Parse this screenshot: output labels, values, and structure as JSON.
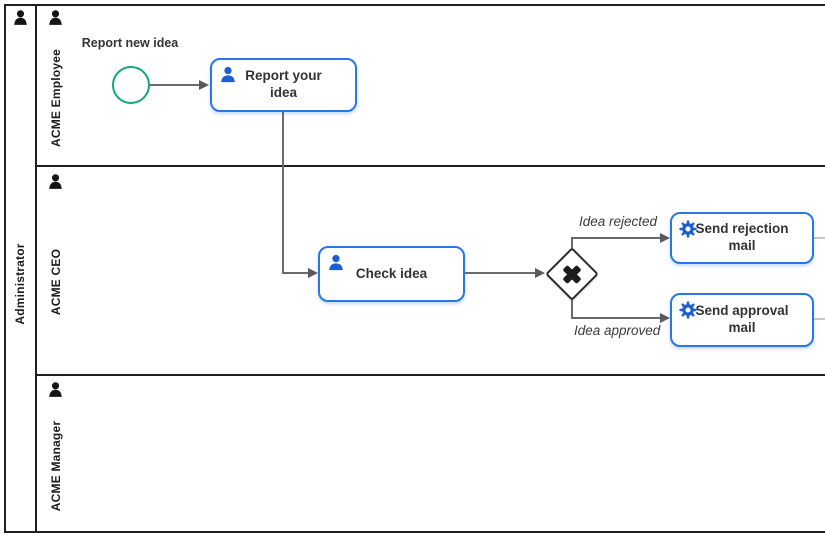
{
  "diagram": {
    "pool": {
      "label": "Administrator"
    },
    "lanes": [
      {
        "label": "ACME Employee"
      },
      {
        "label": "ACME CEO"
      },
      {
        "label": "ACME Manager"
      }
    ],
    "start_event": {
      "label": "Report new idea"
    },
    "tasks": {
      "report": {
        "label": "Report your idea",
        "type": "user-task"
      },
      "check": {
        "label": "Check idea",
        "type": "user-task"
      },
      "rejection": {
        "label": "Send rejection mail",
        "type": "service-task"
      },
      "approval": {
        "label": "Send approval mail",
        "type": "service-task"
      }
    },
    "gateway": {
      "type": "exclusive",
      "marker": "x-marker"
    },
    "flows": {
      "rejected": {
        "label": "Idea rejected"
      },
      "approved": {
        "label": "Idea approved"
      }
    },
    "icons": {
      "pool": "person-icon",
      "lane": "person-icon",
      "user_task": "user-icon",
      "service_task": "gear-icon"
    },
    "colors": {
      "task_border": "#2a76e8",
      "icon_blue": "#1d5fd0",
      "start_event_stroke": "#12a57e",
      "flow_line": "#6a6a6a",
      "frame": "#1f1f1f"
    }
  }
}
